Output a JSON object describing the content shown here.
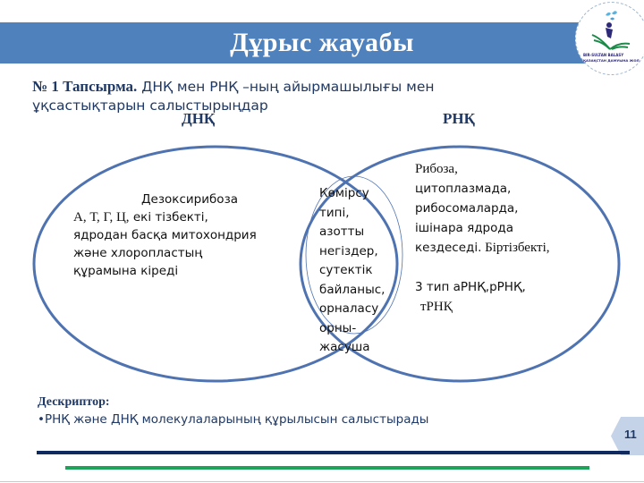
{
  "slide": {
    "title": "Дұрыс жауабы",
    "page_number": "11",
    "logo": {
      "icon": "school-logo-icon",
      "caption_line1": "BIR-SULTAN BALASY",
      "caption_line2": "ҚАЗАҚСТАН ДАМУЫНА ЖОЛ"
    }
  },
  "task": {
    "label": "№ 1 Тапсырма.",
    "text": " ДНҚ мен РНҚ –ның айырмашылығы мен ұқсастықтарын салыстырыңдар"
  },
  "headings": {
    "left": "ДНҚ",
    "right": "РНҚ"
  },
  "venn": {
    "left": {
      "line1": "Дезоксирибоза",
      "line2": "А, Т, Г, Ц,",
      "line2b": " екі тізбекті,",
      "line3": "ядродан басқа митохондрия",
      "line4": "және хлоропластың",
      "line5": "құрамына кіреді"
    },
    "middle": {
      "lines": [
        "Көмірсу",
        "типі,",
        "азотты",
        "негіздер,",
        "сутектік",
        "байланыс,",
        "орналасу",
        "орны-",
        "жасуша"
      ]
    },
    "right": {
      "line1": "Рибоза,",
      "line2": "цитоплазмада,",
      "line3": "рибосомаларда,",
      "line4": "ішінара ядрода",
      "line5": "кездеседі.",
      "line5b": " Біртізбекті,",
      "line6": "3 тип аРНҚ,рРНҚ,",
      "line7": "тРНҚ"
    }
  },
  "descriptor": {
    "title": "Дескриптор:",
    "items": [
      "•РНҚ және ДНҚ молекулаларының құрылысын салыстырады"
    ]
  },
  "colors": {
    "banner": "#4f81bd",
    "ellipse_stroke": "#4f73b0",
    "text_navy": "#1f3864",
    "rule_navy": "#0f2a5e",
    "rule_green": "#1fa25a",
    "badge": "#c5d3e8"
  }
}
